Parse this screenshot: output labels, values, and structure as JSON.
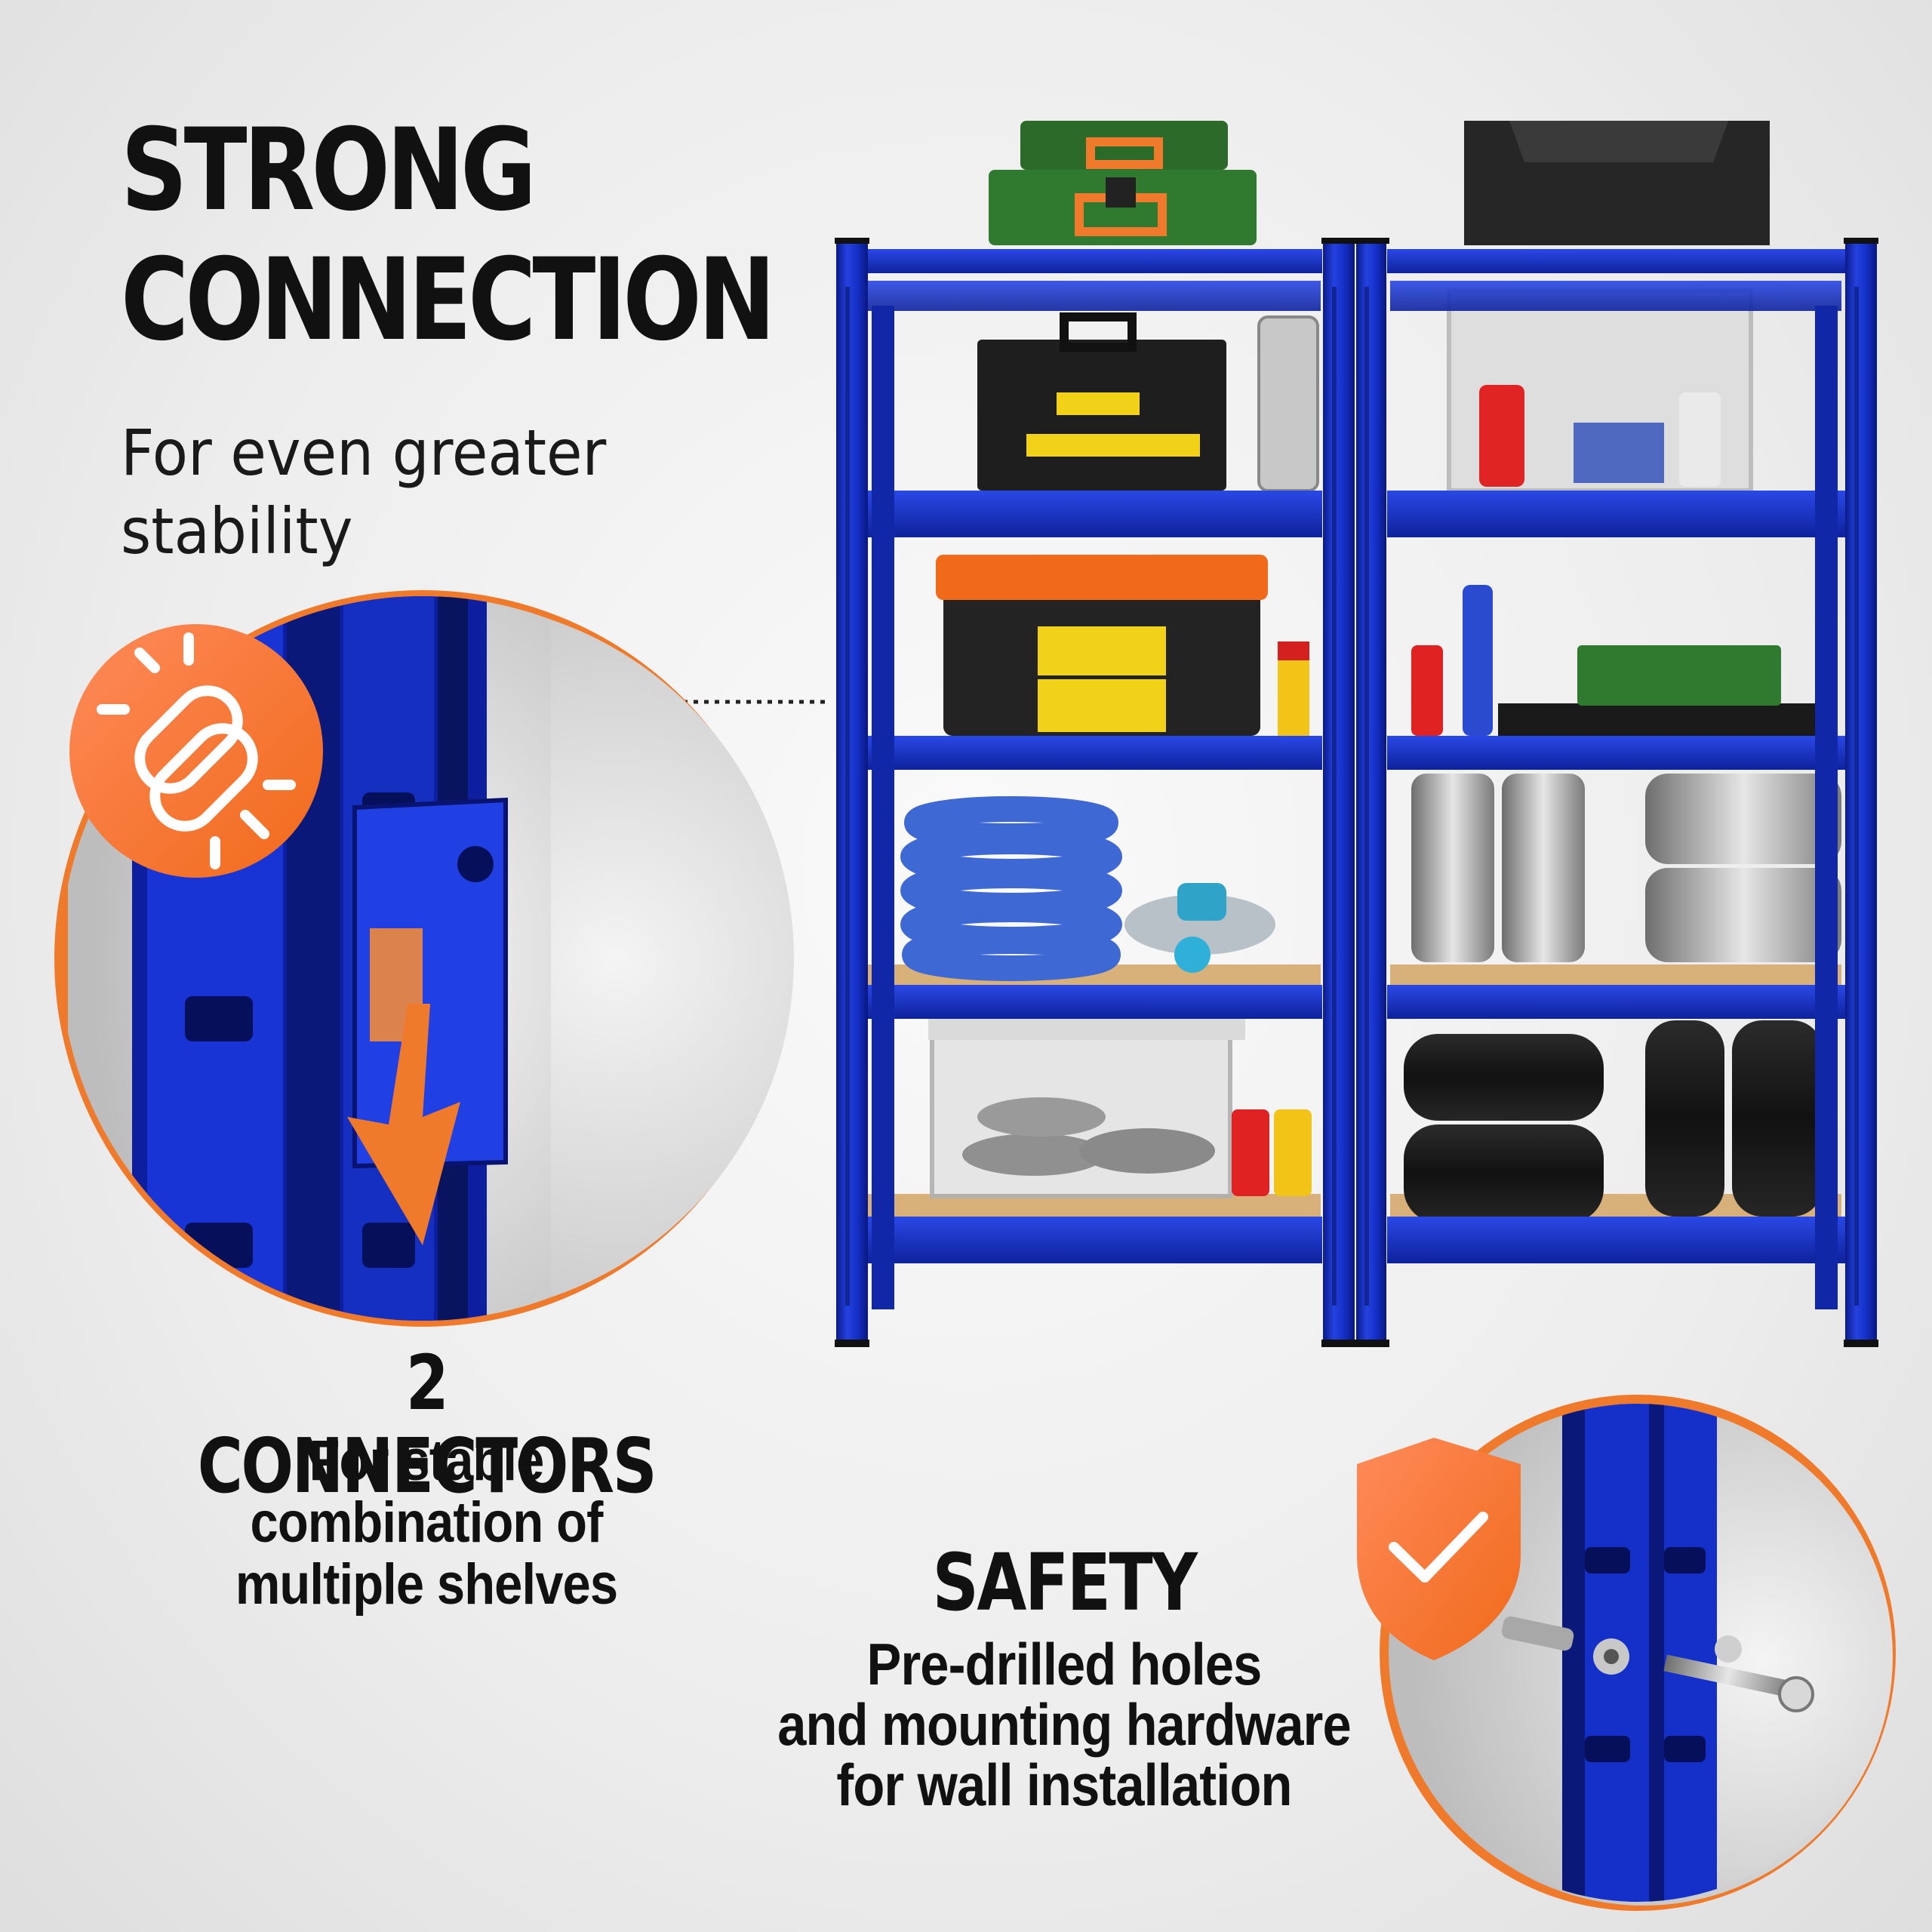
{
  "headline": {
    "line1": "STRONG",
    "line2": "CONNECTION"
  },
  "subheadline": {
    "line1": "For even greater",
    "line2": "stability"
  },
  "features": [
    {
      "icon": "broken-chain-icon",
      "title": "2 CONNECTORS",
      "lines": [
        "For stable",
        "combination of",
        "multiple shelves"
      ]
    },
    {
      "icon": "shield-check-icon",
      "title": "SAFETY",
      "lines": [
        "Pre-drilled holes",
        "and mounting hardware",
        "for wall installation"
      ]
    }
  ],
  "colors": {
    "shelf_blue": "#1530c8",
    "accent_orange": "#f07a2c",
    "text": "#111111",
    "background": "#ececec",
    "board_wood": "#d7b07a"
  }
}
